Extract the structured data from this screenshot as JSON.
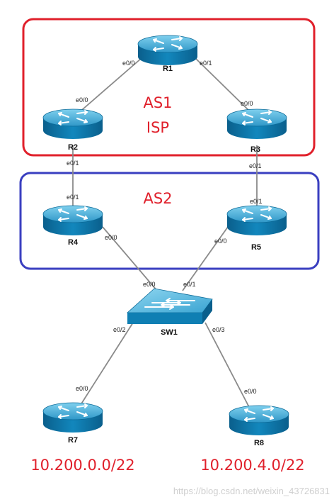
{
  "colors": {
    "as1_border": "#e0202b",
    "as2_border": "#3a3fc0",
    "as_text": "#e0202b",
    "link": "#8a8a8a",
    "router_top": "#4fb3d9",
    "router_body": "#0a6b9a"
  },
  "areas": {
    "as1": {
      "name": "AS1",
      "role": "ISP"
    },
    "as2": {
      "name": "AS2"
    }
  },
  "routers": {
    "r1": "R1",
    "r2": "R2",
    "r3": "R3",
    "r4": "R4",
    "r5": "R5",
    "r7": "R7",
    "r8": "R8"
  },
  "switch": {
    "sw1": "SW1"
  },
  "interfaces": {
    "r1_to_r2": "e0/0",
    "r1_to_r3": "e0/1",
    "r2_to_r1": "e0/0",
    "r3_to_r1": "e0/0",
    "r2_to_r4": "e0/1",
    "r4_to_r2": "e0/1",
    "r3_to_r5": "e0/1",
    "r5_to_r3": "e0/1",
    "r4_to_sw": "e0/0",
    "r5_to_sw": "e0/0",
    "sw_to_r4": "e0/0",
    "sw_to_r5": "e0/1",
    "sw_to_r7": "e0/2",
    "sw_to_r8": "e0/3",
    "r7_to_sw": "e0/0",
    "r8_to_sw": "e0/0"
  },
  "networks": {
    "r7_lan": "10.200.0.0/22",
    "r8_lan": "10.200.4.0/22"
  },
  "watermark": "https://blog.csdn.net/weixin_43726831"
}
